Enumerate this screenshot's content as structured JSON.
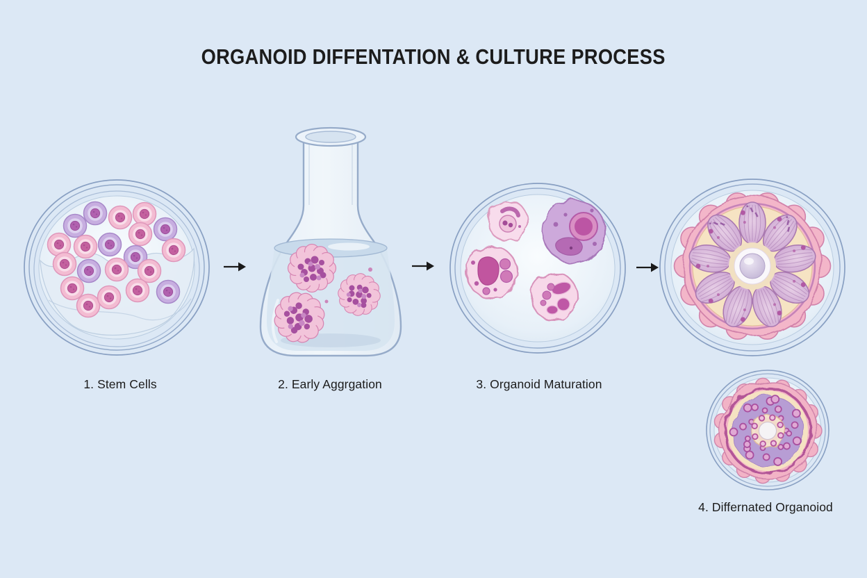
{
  "title": "ORGANOID DIFFENTATION & CULTURE PROCESS",
  "stages": [
    {
      "label": "1. Stem Cells"
    },
    {
      "label": "2. Early Aggrgation"
    },
    {
      "label": "3. Organoid Maturation"
    },
    {
      "label": "4. Differnated Organoiod"
    }
  ],
  "arrow_glyph": "→",
  "palette": {
    "background": "#dce8f5",
    "dish_line": "#7e97bd",
    "media_fill": "#e9f1f9",
    "glass_line": "#96abc9",
    "liquid": "#d6e4f1",
    "cell_pink": "#f3bcd2",
    "cell_pink_nucleus": "#c4619f",
    "cell_purple": "#c7aee0",
    "cell_purple_nucleus": "#b161af",
    "aggregate_body": "#f2c4da",
    "aggregate_nucleus": "#a6509f",
    "organoid_body": "#f7d8e9",
    "organoid_inclusion": "#bf58a6",
    "organoid_purple": "#cda9db",
    "scallop_pink": "#f3b6c9",
    "cream_ring": "#f6e3c3",
    "petal": "#d5b1d7",
    "lumen": "#c3b5d6",
    "arrow": "#1a1a1a",
    "text": "#1b1b1b"
  }
}
